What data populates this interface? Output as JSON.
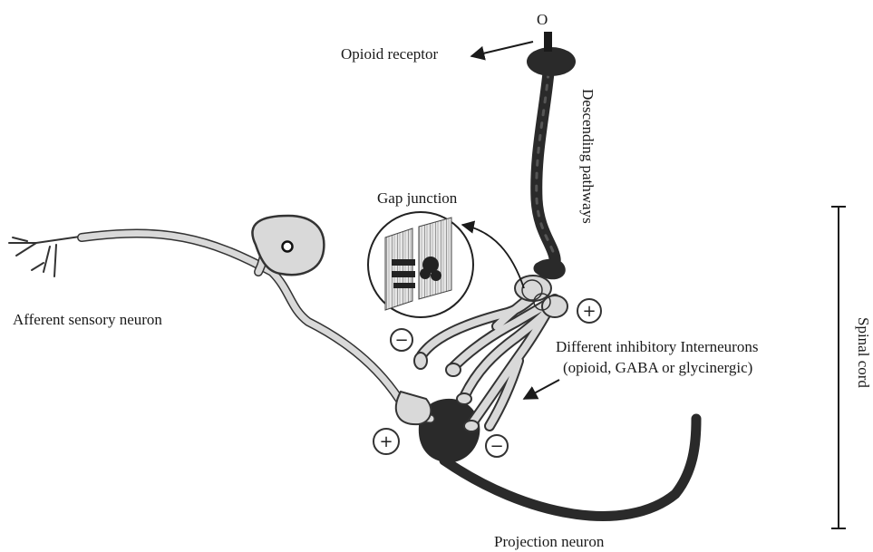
{
  "labels": {
    "opioid_marker": "O",
    "opioid_receptor": "Opioid receptor",
    "descending_pathways": "Descending pathways",
    "gap_junction": "Gap junction",
    "afferent_sensory_neuron": "Afferent sensory neuron",
    "interneurons_line1": "Different inhibitory Interneurons",
    "interneurons_line2": "(opioid, GABA or glycinergic)",
    "spinal_cord": "Spinal cord",
    "projection_neuron": "Projection neuron"
  },
  "signs": {
    "plus_right": "+",
    "minus_left": "−",
    "plus_bottom": "+",
    "minus_bottom": "−"
  },
  "colors": {
    "light_neuron": "#d9d9d9",
    "dark_neuron": "#2a2a2a",
    "outline": "#333333",
    "text": "#1a1a1a"
  }
}
